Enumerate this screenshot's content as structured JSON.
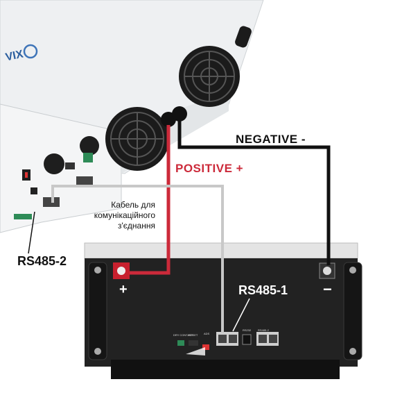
{
  "labels": {
    "negative": "NEGATIVE -",
    "positive": "POSITIVE +",
    "rs485_2": "RS485-2",
    "rs485_1": "RS485-1",
    "cable_note": "Кабель для комунікаційного з'єднання",
    "plus_terminal": "+",
    "minus_terminal": "−",
    "brand_fragment": "VIX"
  },
  "battery_panel": {
    "ports": [
      "DRY CONTACT",
      "RESET",
      "ADS",
      "RS232",
      "RS485-2"
    ]
  },
  "colors": {
    "positive_wire": "#cc2a3a",
    "negative_wire": "#111111",
    "comm_cable": "#c8c8c8",
    "inverter_body": "#eef0f2",
    "battery_body": "#222222"
  }
}
